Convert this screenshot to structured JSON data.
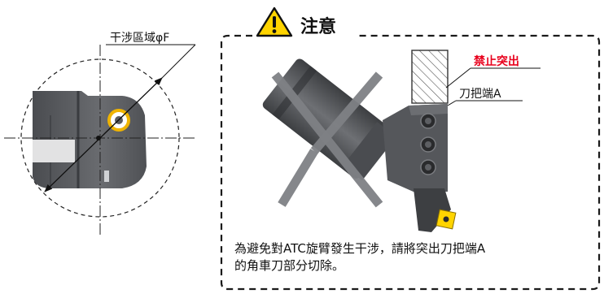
{
  "left_diagram": {
    "interference_label": "干涉區域φF"
  },
  "caution": {
    "title": "注意",
    "prohibited_label": "禁止突出",
    "holder_end_label": "刀把端A",
    "note_line1": "為避免對ATC旋臂發生干涉，請將突出刀把端A",
    "note_line2": "的角車刀部分切除。"
  },
  "colors": {
    "red": "#e8001c",
    "warning_yellow": "#ffd400",
    "tool_gray": "#5a5c60",
    "dark_gray": "#3d3f42",
    "cross_gray": "#7f8185"
  }
}
